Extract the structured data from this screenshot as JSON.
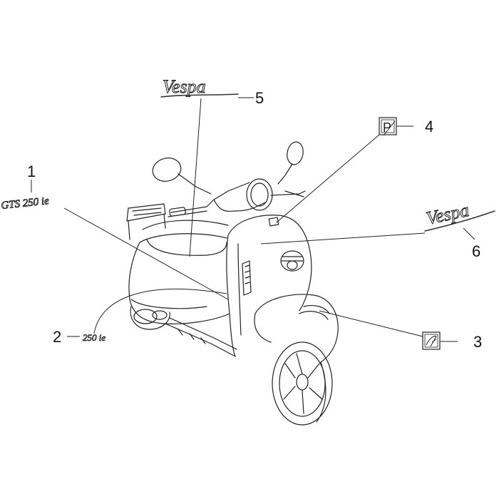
{
  "callouts": [
    {
      "id": "1",
      "part": "gts-emblem"
    },
    {
      "id": "2",
      "part": "displacement-emblem"
    },
    {
      "id": "3",
      "part": "front-badge"
    },
    {
      "id": "4",
      "part": "piaggio-badge"
    },
    {
      "id": "5",
      "part": "vespa-side-emblem"
    },
    {
      "id": "6",
      "part": "vespa-front-emblem"
    }
  ],
  "emblems": {
    "vespa_upper": "Vespa",
    "vespa_right": "Vespa",
    "gts": "GTS 250 ie",
    "displacement": "250 ie",
    "badge_letter": "P"
  }
}
